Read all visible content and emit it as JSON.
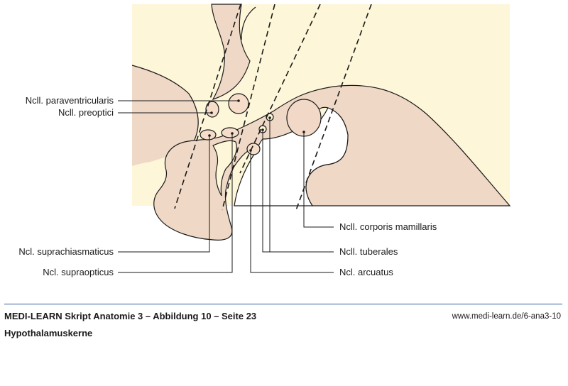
{
  "colors": {
    "pale": "#fdf6d8",
    "tissue": "#efd8c5",
    "outline": "#1a1a1a",
    "nucleus": "#f6ddca",
    "mamillary": "#f2d9c7",
    "divider": "#2f5f9e"
  },
  "labels": {
    "paraventricularis": "Ncll. paraventricularis",
    "preoptici": "Ncll. preoptici",
    "suprachiasmaticus": "Ncl. suprachiasmaticus",
    "supraopticus": "Ncl. supraopticus",
    "corporis_mamillaris": "Ncll. corporis mamillaris",
    "tuberales": "Ncll. tuberales",
    "arcuatus": "Ncl. arcuatus"
  },
  "footer": {
    "title": "MEDI-LEARN Skript Anatomie 3 – Abbildung 10 – Seite 23",
    "subtitle": "Hypothalamuskerne",
    "url": "www.medi-learn.de/6-ana3-10"
  }
}
